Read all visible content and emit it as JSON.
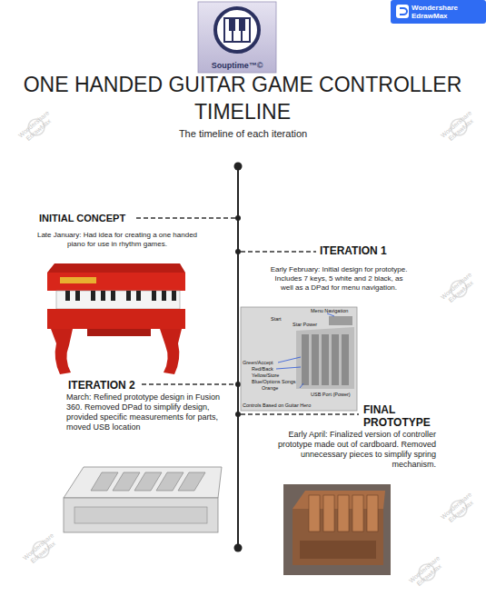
{
  "diagram": {
    "title": "ONE HANDED GUITAR GAME CONTROLLER TIMELINE",
    "caption": "The timeline of each iteration",
    "nodes": [
      {
        "text": [
          "INITIAL CONCEPT",
          "Late January: Had idea for creating a one handed piano for use in rhythm games."
        ]
      },
      {
        "text": [
          "ITERATION 1",
          "Early February: Initial design for prototype. Includes 7 keys, 5 white and 2 black, as well as a DPad for menu navigation."
        ]
      },
      {
        "text": [
          "ITERATION 2",
          "March: Refined prototype design in Fusion 360. Removed DPad to simplify design, provided specific measurements for parts, moved USB location"
        ]
      },
      {
        "text": [
          "FINAL PROTOTYPE",
          "Early April: Finalized version of controller prototype made out of cardboard. Removed unnecessary pieces to simplify spring mechanism."
        ]
      }
    ],
    "labels": [
      "Souptime™©",
      "Wondershare EdrawMax",
      "Wondershare EdrawMax",
      "Wondershare EdrawMax",
      "Wondershare EdrawMax",
      "Wondershare EdrawMax",
      "Wondershare EdrawMax",
      "Wondershare EdrawMax",
      "Menu Navigation",
      "Start",
      "Star Power",
      "Green/Accept",
      "Red/Back",
      "Yellow/Store",
      "Blue/Options Songs",
      "Orange",
      "USB Port (Power)",
      "Controls Based on Guitar Hero"
    ]
  }
}
